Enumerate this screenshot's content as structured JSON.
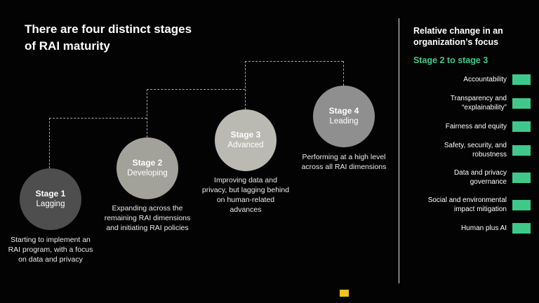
{
  "slide": {
    "title": "There are four distinct stages\nof RAI maturity"
  },
  "stages": [
    {
      "stage": "Stage 1",
      "level": "Lagging",
      "description": "Starting to implement an RAI program, with a focus on data and privacy",
      "color": "#4e4e4e"
    },
    {
      "stage": "Stage 2",
      "level": "Developing",
      "description": "Expanding across the remaining RAI dimensions and initiating RAI policies",
      "color": "#a3a29a"
    },
    {
      "stage": "Stage 3",
      "level": "Advanced",
      "description": "Improving data and privacy, but lagging behind on human-related advances",
      "color": "#bab9b2"
    },
    {
      "stage": "Stage 4",
      "level": "Leading",
      "description": "Performing at a high level across all RAI dimensions",
      "color": "#8f8f8f"
    }
  ],
  "focus_panel": {
    "title": "Relative change in an organization’s focus",
    "subtitle": "Stage 2 to stage 3",
    "accent_color": "#3ec98a",
    "items": [
      {
        "label": "Accountability"
      },
      {
        "label": "Transparency and “explainability”"
      },
      {
        "label": "Fairness and equity"
      },
      {
        "label": "Safety, security, and robustness"
      },
      {
        "label": "Data and privacy governance"
      },
      {
        "label": "Social and environmental impact mitigation"
      },
      {
        "label": "Human plus AI"
      }
    ]
  },
  "logo_color": "#f0c419"
}
